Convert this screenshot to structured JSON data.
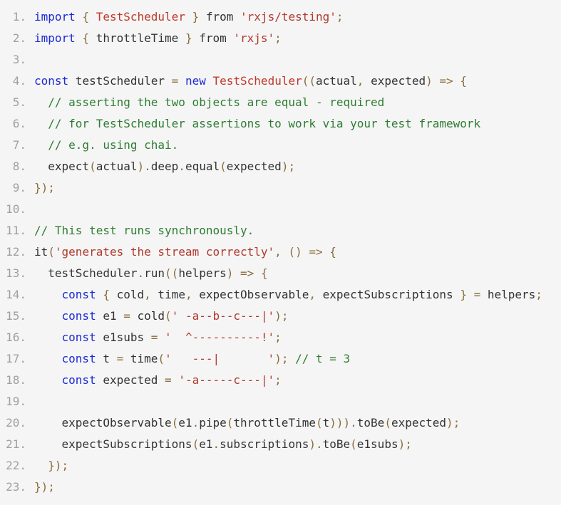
{
  "colors": {
    "background": "#f5f5f5",
    "line_number": "#a0a0a0",
    "keyword": "#1b2ad6",
    "class": "#c0392b",
    "string": "#b03a2e",
    "comment": "#2e7d32",
    "punctuation": "#8a6d3b",
    "plain": "#333333"
  },
  "lines": [
    {
      "number": "1.",
      "tokens": [
        {
          "t": "keyword",
          "v": "import"
        },
        {
          "t": "plain",
          "v": " "
        },
        {
          "t": "punct",
          "v": "{"
        },
        {
          "t": "plain",
          "v": " "
        },
        {
          "t": "class",
          "v": "TestScheduler"
        },
        {
          "t": "plain",
          "v": " "
        },
        {
          "t": "punct",
          "v": "}"
        },
        {
          "t": "plain",
          "v": " from "
        },
        {
          "t": "string",
          "v": "'rxjs/testing'"
        },
        {
          "t": "punct",
          "v": ";"
        }
      ]
    },
    {
      "number": "2.",
      "tokens": [
        {
          "t": "keyword",
          "v": "import"
        },
        {
          "t": "plain",
          "v": " "
        },
        {
          "t": "punct",
          "v": "{"
        },
        {
          "t": "plain",
          "v": " throttleTime "
        },
        {
          "t": "punct",
          "v": "}"
        },
        {
          "t": "plain",
          "v": " from "
        },
        {
          "t": "string",
          "v": "'rxjs'"
        },
        {
          "t": "punct",
          "v": ";"
        }
      ]
    },
    {
      "number": "3.",
      "tokens": []
    },
    {
      "number": "4.",
      "tokens": [
        {
          "t": "keyword",
          "v": "const"
        },
        {
          "t": "plain",
          "v": " testScheduler "
        },
        {
          "t": "punct",
          "v": "="
        },
        {
          "t": "plain",
          "v": " "
        },
        {
          "t": "keyword",
          "v": "new"
        },
        {
          "t": "plain",
          "v": " "
        },
        {
          "t": "class",
          "v": "TestScheduler"
        },
        {
          "t": "punct",
          "v": "(("
        },
        {
          "t": "plain",
          "v": "actual"
        },
        {
          "t": "punct",
          "v": ","
        },
        {
          "t": "plain",
          "v": " expected"
        },
        {
          "t": "punct",
          "v": ")"
        },
        {
          "t": "plain",
          "v": " "
        },
        {
          "t": "punct",
          "v": "=>"
        },
        {
          "t": "plain",
          "v": " "
        },
        {
          "t": "punct",
          "v": "{"
        }
      ]
    },
    {
      "number": "5.",
      "tokens": [
        {
          "t": "plain",
          "v": "  "
        },
        {
          "t": "comment",
          "v": "// asserting the two objects are equal - required"
        }
      ]
    },
    {
      "number": "6.",
      "tokens": [
        {
          "t": "plain",
          "v": "  "
        },
        {
          "t": "comment",
          "v": "// for TestScheduler assertions to work via your test framework"
        }
      ]
    },
    {
      "number": "7.",
      "tokens": [
        {
          "t": "plain",
          "v": "  "
        },
        {
          "t": "comment",
          "v": "// e.g. using chai."
        }
      ]
    },
    {
      "number": "8.",
      "tokens": [
        {
          "t": "plain",
          "v": "  expect"
        },
        {
          "t": "punct",
          "v": "("
        },
        {
          "t": "plain",
          "v": "actual"
        },
        {
          "t": "punct",
          "v": ")."
        },
        {
          "t": "plain",
          "v": "deep"
        },
        {
          "t": "punct",
          "v": "."
        },
        {
          "t": "plain",
          "v": "equal"
        },
        {
          "t": "punct",
          "v": "("
        },
        {
          "t": "plain",
          "v": "expected"
        },
        {
          "t": "punct",
          "v": ");"
        }
      ]
    },
    {
      "number": "9.",
      "tokens": [
        {
          "t": "punct",
          "v": "});"
        }
      ]
    },
    {
      "number": "10.",
      "tokens": []
    },
    {
      "number": "11.",
      "tokens": [
        {
          "t": "comment",
          "v": "// This test runs synchronously."
        }
      ]
    },
    {
      "number": "12.",
      "tokens": [
        {
          "t": "plain",
          "v": "it"
        },
        {
          "t": "punct",
          "v": "("
        },
        {
          "t": "string",
          "v": "'generates the stream correctly'"
        },
        {
          "t": "punct",
          "v": ","
        },
        {
          "t": "plain",
          "v": " "
        },
        {
          "t": "punct",
          "v": "()"
        },
        {
          "t": "plain",
          "v": " "
        },
        {
          "t": "punct",
          "v": "=>"
        },
        {
          "t": "plain",
          "v": " "
        },
        {
          "t": "punct",
          "v": "{"
        }
      ]
    },
    {
      "number": "13.",
      "tokens": [
        {
          "t": "plain",
          "v": "  testScheduler"
        },
        {
          "t": "punct",
          "v": "."
        },
        {
          "t": "plain",
          "v": "run"
        },
        {
          "t": "punct",
          "v": "(("
        },
        {
          "t": "plain",
          "v": "helpers"
        },
        {
          "t": "punct",
          "v": ")"
        },
        {
          "t": "plain",
          "v": " "
        },
        {
          "t": "punct",
          "v": "=>"
        },
        {
          "t": "plain",
          "v": " "
        },
        {
          "t": "punct",
          "v": "{"
        }
      ]
    },
    {
      "number": "14.",
      "tokens": [
        {
          "t": "plain",
          "v": "    "
        },
        {
          "t": "keyword",
          "v": "const"
        },
        {
          "t": "plain",
          "v": " "
        },
        {
          "t": "punct",
          "v": "{"
        },
        {
          "t": "plain",
          "v": " cold"
        },
        {
          "t": "punct",
          "v": ","
        },
        {
          "t": "plain",
          "v": " time"
        },
        {
          "t": "punct",
          "v": ","
        },
        {
          "t": "plain",
          "v": " expectObservable"
        },
        {
          "t": "punct",
          "v": ","
        },
        {
          "t": "plain",
          "v": " expectSubscriptions "
        },
        {
          "t": "punct",
          "v": "}"
        },
        {
          "t": "plain",
          "v": " "
        },
        {
          "t": "punct",
          "v": "="
        },
        {
          "t": "plain",
          "v": " helpers"
        },
        {
          "t": "punct",
          "v": ";"
        }
      ]
    },
    {
      "number": "15.",
      "tokens": [
        {
          "t": "plain",
          "v": "    "
        },
        {
          "t": "keyword",
          "v": "const"
        },
        {
          "t": "plain",
          "v": " e1 "
        },
        {
          "t": "punct",
          "v": "="
        },
        {
          "t": "plain",
          "v": " cold"
        },
        {
          "t": "punct",
          "v": "("
        },
        {
          "t": "string",
          "v": "' -a--b--c---|'"
        },
        {
          "t": "punct",
          "v": ");"
        }
      ]
    },
    {
      "number": "16.",
      "tokens": [
        {
          "t": "plain",
          "v": "    "
        },
        {
          "t": "keyword",
          "v": "const"
        },
        {
          "t": "plain",
          "v": " e1subs "
        },
        {
          "t": "punct",
          "v": "="
        },
        {
          "t": "plain",
          "v": " "
        },
        {
          "t": "string",
          "v": "'  ^----------!'"
        },
        {
          "t": "punct",
          "v": ";"
        }
      ]
    },
    {
      "number": "17.",
      "tokens": [
        {
          "t": "plain",
          "v": "    "
        },
        {
          "t": "keyword",
          "v": "const"
        },
        {
          "t": "plain",
          "v": " t "
        },
        {
          "t": "punct",
          "v": "="
        },
        {
          "t": "plain",
          "v": " time"
        },
        {
          "t": "punct",
          "v": "("
        },
        {
          "t": "string",
          "v": "'   ---|       '"
        },
        {
          "t": "punct",
          "v": ");"
        },
        {
          "t": "plain",
          "v": " "
        },
        {
          "t": "comment",
          "v": "// t = 3"
        }
      ]
    },
    {
      "number": "18.",
      "tokens": [
        {
          "t": "plain",
          "v": "    "
        },
        {
          "t": "keyword",
          "v": "const"
        },
        {
          "t": "plain",
          "v": " expected "
        },
        {
          "t": "punct",
          "v": "="
        },
        {
          "t": "plain",
          "v": " "
        },
        {
          "t": "string",
          "v": "'-a-----c---|'"
        },
        {
          "t": "punct",
          "v": ";"
        }
      ]
    },
    {
      "number": "19.",
      "tokens": []
    },
    {
      "number": "20.",
      "tokens": [
        {
          "t": "plain",
          "v": "    expectObservable"
        },
        {
          "t": "punct",
          "v": "("
        },
        {
          "t": "plain",
          "v": "e1"
        },
        {
          "t": "punct",
          "v": "."
        },
        {
          "t": "plain",
          "v": "pipe"
        },
        {
          "t": "punct",
          "v": "("
        },
        {
          "t": "plain",
          "v": "throttleTime"
        },
        {
          "t": "punct",
          "v": "("
        },
        {
          "t": "plain",
          "v": "t"
        },
        {
          "t": "punct",
          "v": ")))."
        },
        {
          "t": "plain",
          "v": "toBe"
        },
        {
          "t": "punct",
          "v": "("
        },
        {
          "t": "plain",
          "v": "expected"
        },
        {
          "t": "punct",
          "v": ");"
        }
      ]
    },
    {
      "number": "21.",
      "tokens": [
        {
          "t": "plain",
          "v": "    expectSubscriptions"
        },
        {
          "t": "punct",
          "v": "("
        },
        {
          "t": "plain",
          "v": "e1"
        },
        {
          "t": "punct",
          "v": "."
        },
        {
          "t": "plain",
          "v": "subscriptions"
        },
        {
          "t": "punct",
          "v": ")."
        },
        {
          "t": "plain",
          "v": "toBe"
        },
        {
          "t": "punct",
          "v": "("
        },
        {
          "t": "plain",
          "v": "e1subs"
        },
        {
          "t": "punct",
          "v": ");"
        }
      ]
    },
    {
      "number": "22.",
      "tokens": [
        {
          "t": "plain",
          "v": "  "
        },
        {
          "t": "punct",
          "v": "});"
        }
      ]
    },
    {
      "number": "23.",
      "tokens": [
        {
          "t": "punct",
          "v": "});"
        }
      ]
    }
  ]
}
